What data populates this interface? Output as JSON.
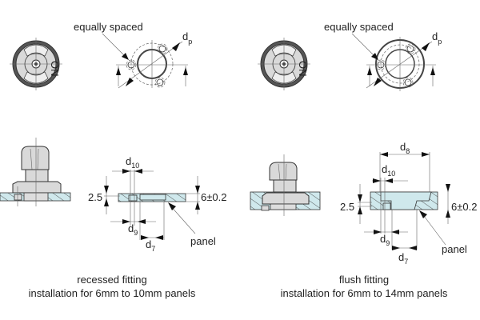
{
  "left": {
    "callout_equally_spaced": "equally spaced",
    "dp": {
      "main": "d",
      "sub": "p"
    },
    "d10": {
      "main": "d",
      "sub": "10"
    },
    "d9": {
      "main": "d",
      "sub": "9"
    },
    "d7": {
      "main": "d",
      "sub": "7"
    },
    "dim_2_5": "2.5",
    "dim_6": "6±0.2",
    "panel_label": "panel",
    "caption_title": "recessed fitting",
    "caption_range": "installation for 6mm to 10mm panels"
  },
  "right": {
    "callout_equally_spaced": "equally spaced",
    "dp": {
      "main": "d",
      "sub": "p"
    },
    "d8": {
      "main": "d",
      "sub": "8"
    },
    "d10": {
      "main": "d",
      "sub": "10"
    },
    "d9": {
      "main": "d",
      "sub": "9"
    },
    "d7": {
      "main": "d",
      "sub": "7"
    },
    "dim_2_5": "2.5",
    "dim_6": "6±0.2",
    "panel_label": "panel",
    "caption_title": "flush fitting",
    "caption_range": "installation for 6mm to 14mm panels"
  },
  "knob_marking": "ON"
}
